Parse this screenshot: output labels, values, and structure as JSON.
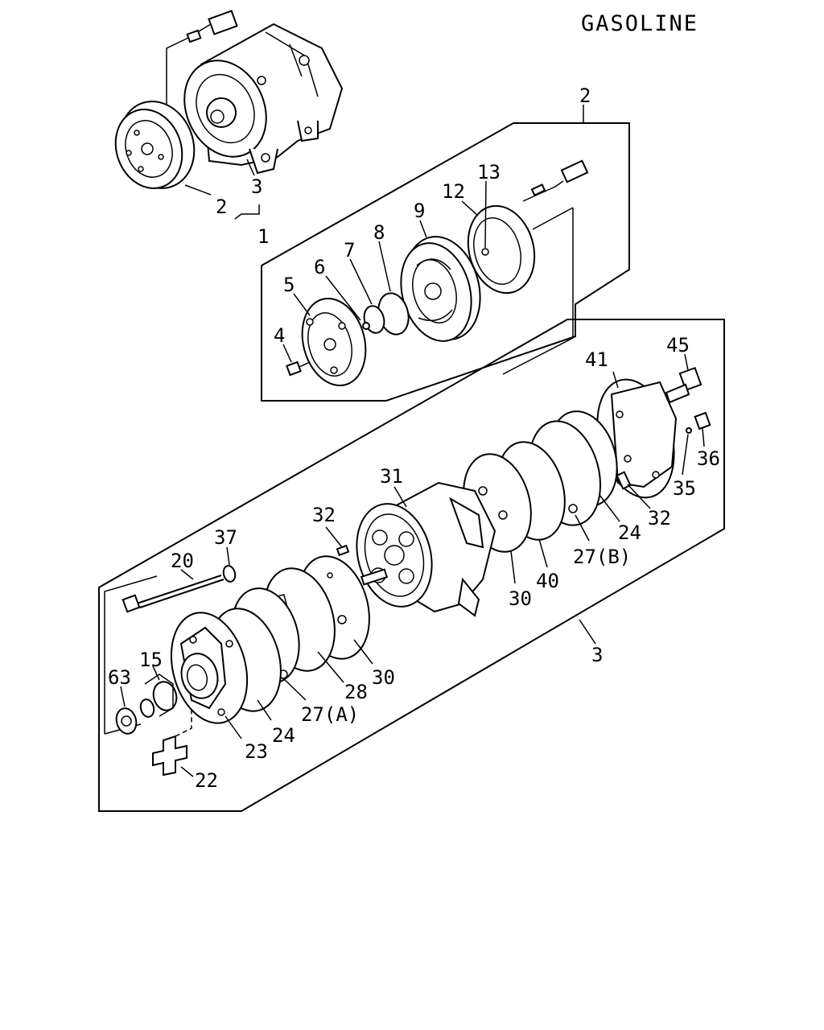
{
  "header": {
    "engine_type": "GASOLINE"
  },
  "callouts": [
    {
      "id": "c-2-top",
      "text": "2"
    },
    {
      "id": "c-3-top",
      "text": "3"
    },
    {
      "id": "c-1",
      "text": "1"
    },
    {
      "id": "c-2-group",
      "text": "2"
    },
    {
      "id": "c-13",
      "text": "13"
    },
    {
      "id": "c-12",
      "text": "12"
    },
    {
      "id": "c-9",
      "text": "9"
    },
    {
      "id": "c-8",
      "text": "8"
    },
    {
      "id": "c-7",
      "text": "7"
    },
    {
      "id": "c-6",
      "text": "6"
    },
    {
      "id": "c-5",
      "text": "5"
    },
    {
      "id": "c-4",
      "text": "4"
    },
    {
      "id": "c-41",
      "text": "41"
    },
    {
      "id": "c-45",
      "text": "45"
    },
    {
      "id": "c-36",
      "text": "36"
    },
    {
      "id": "c-35",
      "text": "35"
    },
    {
      "id": "c-32-right",
      "text": "32"
    },
    {
      "id": "c-24-right",
      "text": "24"
    },
    {
      "id": "c-27b",
      "text": "27(B)"
    },
    {
      "id": "c-40",
      "text": "40"
    },
    {
      "id": "c-30-right",
      "text": "30"
    },
    {
      "id": "c-31",
      "text": "31"
    },
    {
      "id": "c-32-left",
      "text": "32"
    },
    {
      "id": "c-3-group",
      "text": "3"
    },
    {
      "id": "c-20",
      "text": "20"
    },
    {
      "id": "c-37",
      "text": "37"
    },
    {
      "id": "c-30-left",
      "text": "30"
    },
    {
      "id": "c-28",
      "text": "28"
    },
    {
      "id": "c-27a",
      "text": "27(A)"
    },
    {
      "id": "c-24-left",
      "text": "24"
    },
    {
      "id": "c-23",
      "text": "23"
    },
    {
      "id": "c-15",
      "text": "15"
    },
    {
      "id": "c-63",
      "text": "63"
    },
    {
      "id": "c-22",
      "text": "22"
    }
  ]
}
